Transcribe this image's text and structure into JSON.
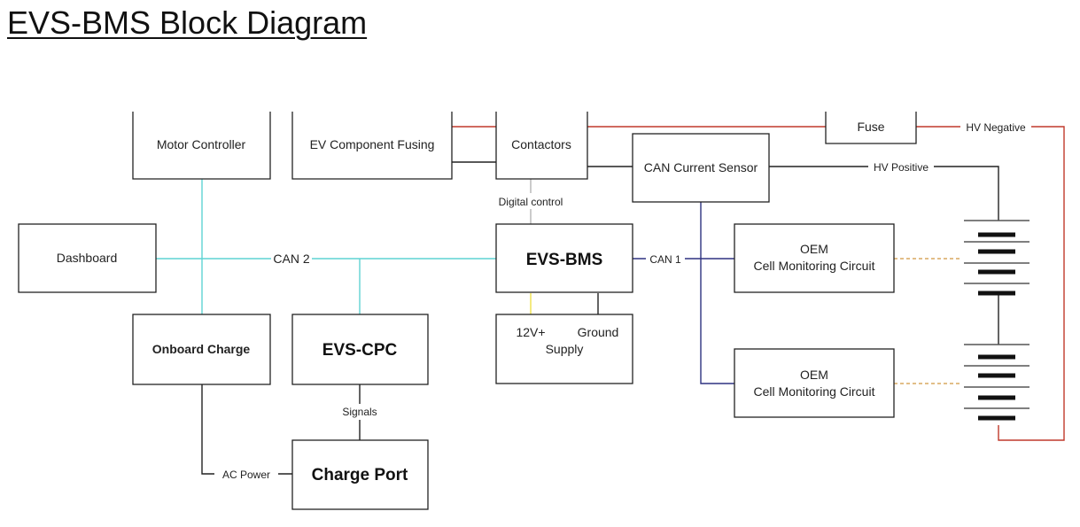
{
  "title": "EVS-BMS Block Diagram",
  "blocks": {
    "motor_controller": "Motor Controller",
    "ev_component_fusing": "EV Component Fusing",
    "contactors": "Contactors",
    "fuse": "Fuse",
    "can_current_sensor": "CAN Current Sensor",
    "dashboard": "Dashboard",
    "evs_bms": "EVS-BMS",
    "oem_top_line1": "OEM",
    "oem_top_line2": "Cell Monitoring Circuit",
    "onboard_charge": "Onboard Charge",
    "evs_cpc": "EVS-CPC",
    "supply_12v": "12V+",
    "supply_ground": "Ground",
    "supply_label": "Supply",
    "oem_bottom_line1": "OEM",
    "oem_bottom_line2": "Cell Monitoring Circuit",
    "charge_port": "Charge Port"
  },
  "connections": {
    "hv_negative": "HV Negative",
    "hv_positive": "HV Positive",
    "digital_control": "Digital control",
    "can2": "CAN 2",
    "can1": "CAN 1",
    "signals": "Signals",
    "ac_power": "AC Power"
  },
  "colors": {
    "hv_wire": "#c0392b",
    "can2_wire": "#5fd3d3",
    "can1_wire": "#2e3280",
    "digital_control_wire": "#b5b5b5",
    "supply_12v_wire": "#f0e04a",
    "cell_sense_dashed": "#d9a860"
  }
}
